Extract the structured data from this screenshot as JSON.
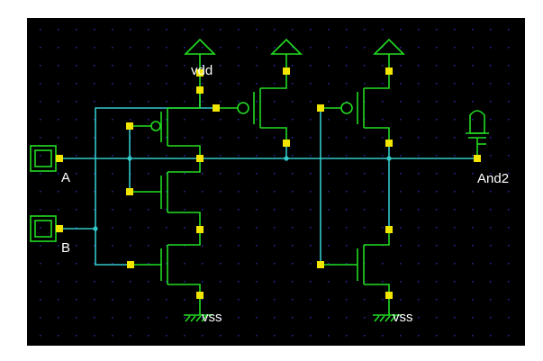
{
  "schematic": {
    "background": "#000000",
    "grid_color": "#2a2aa8",
    "wire_color": "#33c8c8",
    "device_color": "#22dd22",
    "pin_color": "#f2e600",
    "label_color": "#ffffff",
    "labels": {
      "vdd": "vdd",
      "input_a": "A",
      "input_b": "B",
      "output": "And2",
      "vss_left": "vss",
      "vss_right": "vss"
    }
  }
}
